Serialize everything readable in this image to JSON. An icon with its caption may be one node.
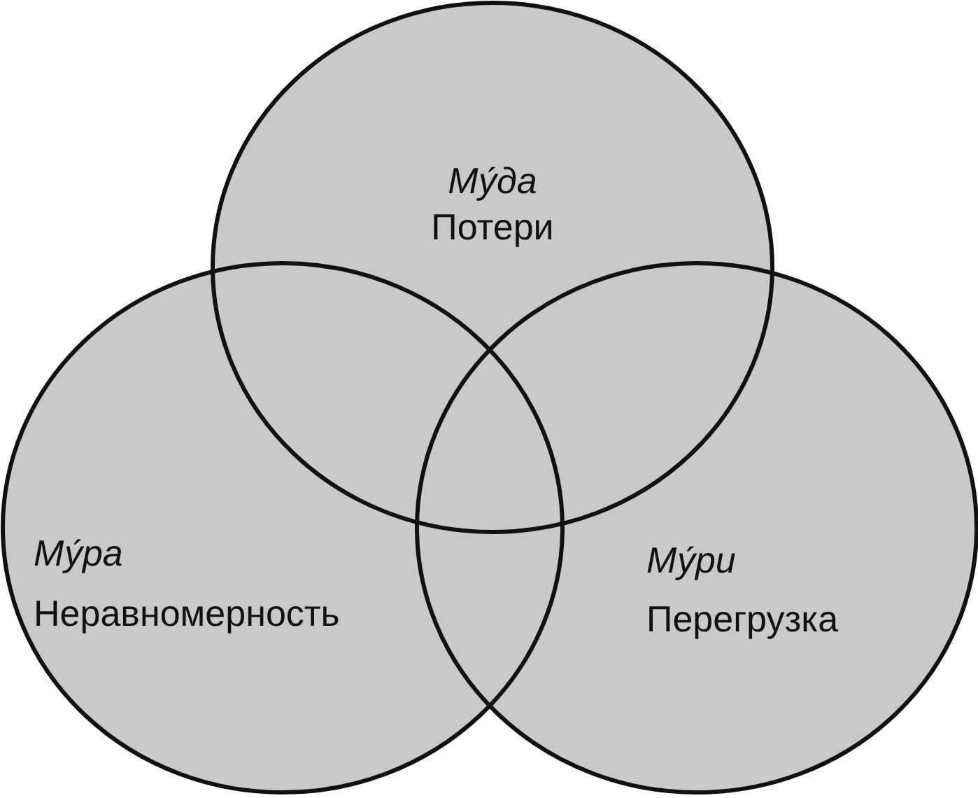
{
  "diagram": {
    "nodes": [
      {
        "text": [
          "Му́да",
          "Потери"
        ]
      },
      {
        "text": [
          "Му́ра",
          "Неравномерность"
        ]
      },
      {
        "text": [
          "Му́ри",
          "Перегрузка"
        ]
      }
    ]
  }
}
